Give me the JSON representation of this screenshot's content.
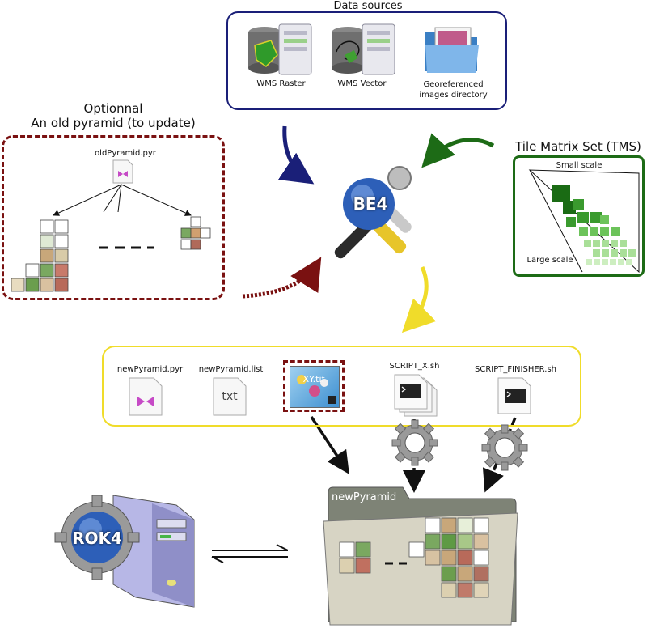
{
  "data_sources": {
    "title": "Data sources",
    "items": [
      "WMS Raster",
      "WMS Vector",
      "Georeferenced\nimages directory"
    ]
  },
  "old_pyramid": {
    "title_line1": "Optionnal",
    "title_line2": "An old pyramid (to update)",
    "file": "oldPyramid.pyr"
  },
  "tms": {
    "title": "Tile Matrix Set (TMS)",
    "small_scale": "Small scale",
    "large_scale": "Large scale"
  },
  "be4": {
    "label": "BE4"
  },
  "outputs": {
    "items": [
      "newPyramid.pyr",
      "newPyramid.list",
      "",
      "SCRIPT_X.sh",
      "SCRIPT_FINISHER.sh"
    ],
    "list_icon_text": "txt",
    "tif_icon_text": "XY.tif"
  },
  "rok4": {
    "label": "ROK4"
  },
  "new_pyramid": {
    "label": "newPyramid"
  },
  "colors": {
    "sources_border": "#1a1f78",
    "old_border": "#7a1111",
    "tms_border": "#1d6b16",
    "output_border": "#f0dc2a"
  }
}
